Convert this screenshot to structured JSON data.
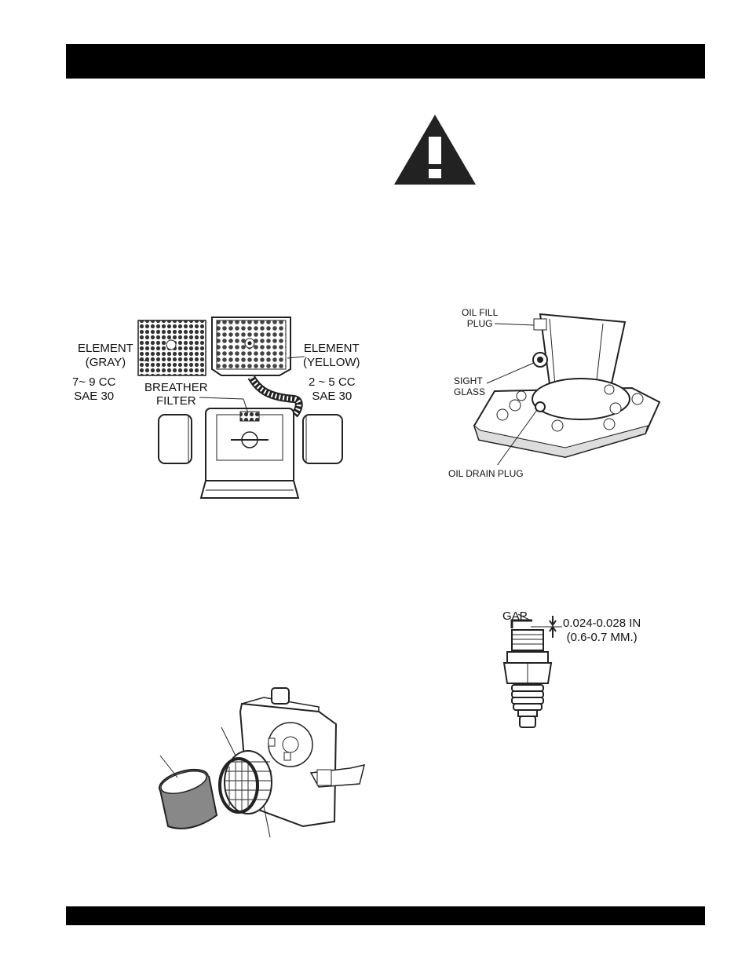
{
  "air_cleaner_figure": {
    "element_gray_label_1": "ELEMENT",
    "element_gray_label_2": "(GRAY)",
    "element_yellow_label_1": "ELEMENT",
    "element_yellow_label_2": "(YELLOW)",
    "gray_oil_1": "7~ 9 CC",
    "gray_oil_2": "SAE 30",
    "yellow_oil_1": "2 ~ 5 CC",
    "yellow_oil_2": "SAE 30",
    "breather_label_1": "BREATHER",
    "breather_label_2": "FILTER"
  },
  "oil_figure": {
    "oil_fill_1": "OIL FILL",
    "oil_fill_2": "PLUG",
    "sight_glass_1": "SIGHT",
    "sight_glass_2": "GLASS",
    "oil_drain": "OIL DRAIN PLUG"
  },
  "spark_plug_figure": {
    "gap_label": "GAP",
    "gap_in": "0.024-0.028 IN",
    "gap_mm": "(0.6-0.7 MM.)"
  }
}
